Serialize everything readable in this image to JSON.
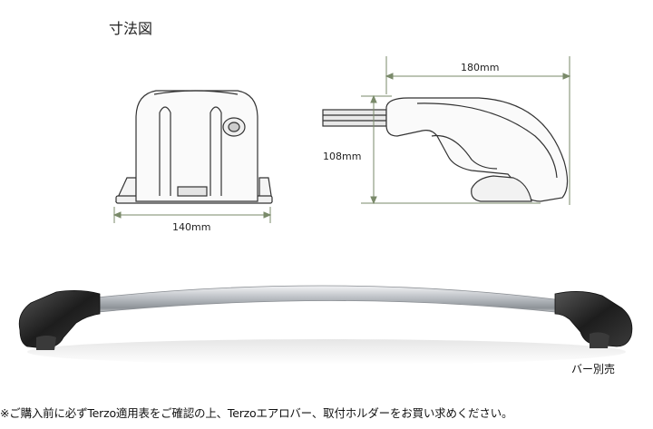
{
  "heading": "寸法図",
  "dimensions": {
    "width": "140mm",
    "length": "180mm",
    "height": "108mm"
  },
  "bar_note": "バー別売",
  "footer_note": "※ご購入前に必ずTerzo適用表をご確認の上、Terzoエアロバー、取付ホルダーをお買い求めください。",
  "colors": {
    "line": "#333333",
    "dimension_line": "#7a8a6a",
    "bar_silver": "#c9ccd0",
    "foot_dark": "#2a2a2a"
  }
}
